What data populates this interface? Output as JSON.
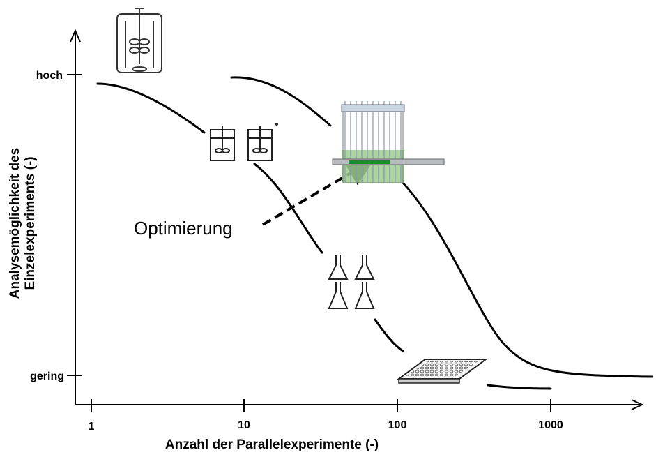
{
  "axes": {
    "y_title_line1": "Analysemöglichkeit des",
    "y_title_line2": "Einzelexperiments (-)",
    "y_ticks": [
      "hoch",
      "gering"
    ],
    "x_title": "Anzahl der Parallelexperimente (-)",
    "x_ticks": [
      "1",
      "10",
      "100",
      "1000"
    ]
  },
  "annotation": {
    "label": "Optimierung"
  },
  "icons": [
    "stirred-tank-reactor-icon",
    "mini-bioreactor-icon",
    "shake-flask-icon",
    "parallel-column-bioreactor-icon",
    "microtiter-plate-icon"
  ]
}
